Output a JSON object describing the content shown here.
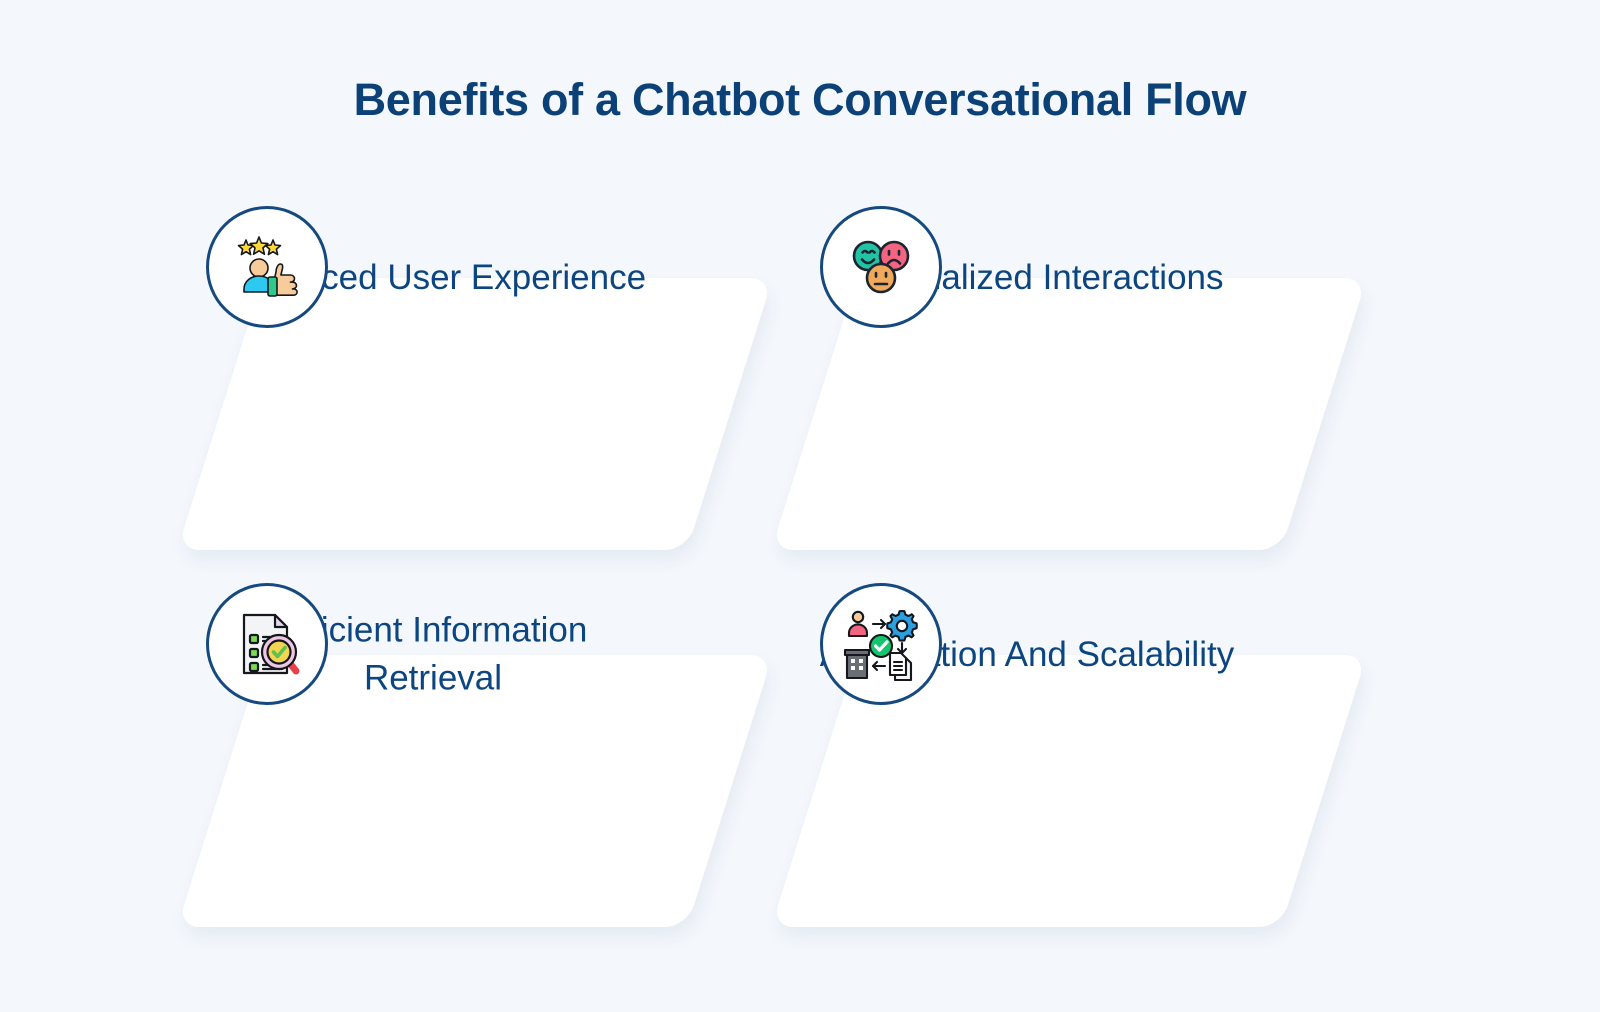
{
  "page": {
    "title": "Benefits of a Chatbot Conversational Flow",
    "background_color": "#f4f8fd",
    "title_color": "#0c4178",
    "card_color": "#ffffff",
    "card_text_color": "#0d4580",
    "badge_border_color": "#16497f"
  },
  "cards": [
    {
      "label": "Enhanced User Experience",
      "icon": "user-rating-thumbs-up-icon",
      "icon_colors": [
        "#ffd93b",
        "#f5c48e",
        "#2ec9f0",
        "#2ec98b"
      ]
    },
    {
      "label": "Personalized Interactions",
      "icon": "emoji-feedback-faces-icon",
      "icon_colors": [
        "#21c3a4",
        "#f2647f",
        "#f0a958"
      ]
    },
    {
      "label": "Efficient Information Retrieval",
      "icon": "document-checklist-magnifier-icon",
      "icon_colors": [
        "#f1f2f4",
        "#7ed957",
        "#f3d553",
        "#efc6e4",
        "#e8414e"
      ]
    },
    {
      "label": "Automation And Scalability",
      "icon": "automation-workflow-icon",
      "icon_colors": [
        "#f2647f",
        "#2b9fe0",
        "#13c56f",
        "#6a6f76"
      ]
    }
  ]
}
